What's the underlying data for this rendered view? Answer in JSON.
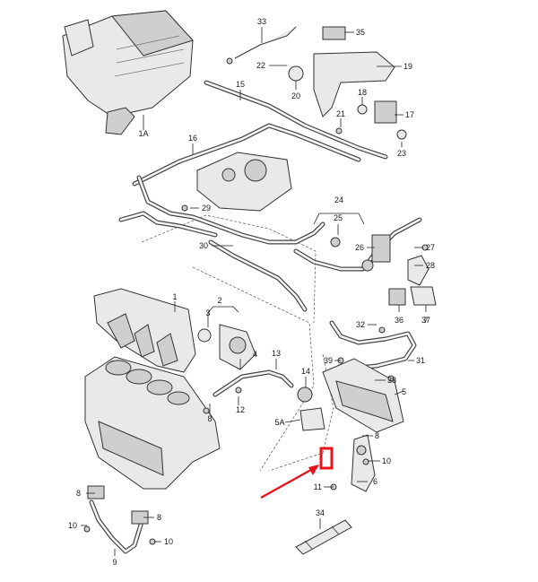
{
  "callouts": [
    {
      "id": "c1a",
      "text": "1A"
    },
    {
      "id": "c1",
      "text": "1"
    },
    {
      "id": "c2",
      "text": "2"
    },
    {
      "id": "c3",
      "text": "3"
    },
    {
      "id": "c4",
      "text": "4"
    },
    {
      "id": "c5",
      "text": "5"
    },
    {
      "id": "c5a",
      "text": "5A"
    },
    {
      "id": "c6",
      "text": "6"
    },
    {
      "id": "c7",
      "text": "7"
    },
    {
      "id": "c8a",
      "text": "8"
    },
    {
      "id": "c8b",
      "text": "8"
    },
    {
      "id": "c8c",
      "text": "8"
    },
    {
      "id": "c8d",
      "text": "8"
    },
    {
      "id": "c9",
      "text": "9"
    },
    {
      "id": "c10a",
      "text": "10"
    },
    {
      "id": "c10b",
      "text": "10"
    },
    {
      "id": "c10c",
      "text": "10"
    },
    {
      "id": "c11",
      "text": "11"
    },
    {
      "id": "c12",
      "text": "12"
    },
    {
      "id": "c13",
      "text": "13"
    },
    {
      "id": "c14",
      "text": "14"
    },
    {
      "id": "c15",
      "text": "15"
    },
    {
      "id": "c16",
      "text": "16"
    },
    {
      "id": "c17",
      "text": "17"
    },
    {
      "id": "c18",
      "text": "18"
    },
    {
      "id": "c19",
      "text": "19"
    },
    {
      "id": "c20",
      "text": "20"
    },
    {
      "id": "c21",
      "text": "21"
    },
    {
      "id": "c22",
      "text": "22"
    },
    {
      "id": "c23",
      "text": "23"
    },
    {
      "id": "c24",
      "text": "24"
    },
    {
      "id": "c25",
      "text": "25"
    },
    {
      "id": "c26",
      "text": "26"
    },
    {
      "id": "c27",
      "text": "27"
    },
    {
      "id": "c28",
      "text": "28"
    },
    {
      "id": "c29",
      "text": "29"
    },
    {
      "id": "c30",
      "text": "30"
    },
    {
      "id": "c31",
      "text": "31"
    },
    {
      "id": "c32",
      "text": "32"
    },
    {
      "id": "c33",
      "text": "33"
    },
    {
      "id": "c34",
      "text": "34"
    },
    {
      "id": "c35",
      "text": "35"
    },
    {
      "id": "c36",
      "text": "36"
    },
    {
      "id": "c37",
      "text": "37"
    },
    {
      "id": "c38",
      "text": "38"
    },
    {
      "id": "c39",
      "text": "39"
    }
  ],
  "colors": {
    "highlight": "#e8141c",
    "line": "#222222",
    "part": "#e9e9e9"
  }
}
